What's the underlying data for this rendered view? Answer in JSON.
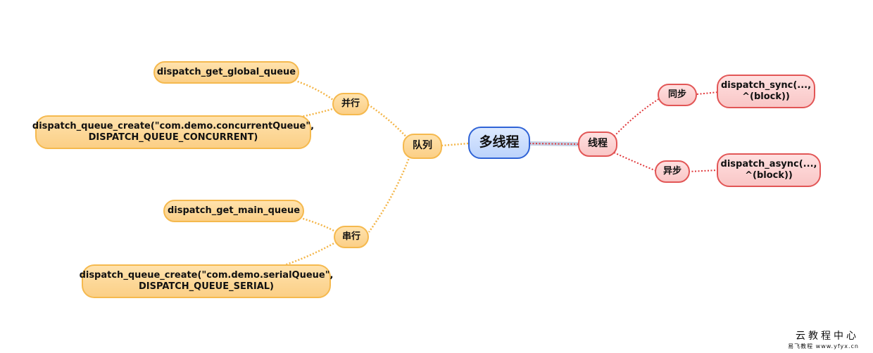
{
  "center": {
    "label": "多线程"
  },
  "left": {
    "label": "队列",
    "groups": [
      {
        "label": "并行",
        "items": [
          {
            "label": "dispatch_get_global_queue"
          },
          {
            "label": "dispatch_queue_create(\"com.demo.concurrentQueue\",\nDISPATCH_QUEUE_CONCURRENT)"
          }
        ]
      },
      {
        "label": "串行",
        "items": [
          {
            "label": "dispatch_get_main_queue"
          },
          {
            "label": "dispatch_queue_create(\"com.demo.serialQueue\",\nDISPATCH_QUEUE_SERIAL)"
          }
        ]
      }
    ]
  },
  "right": {
    "label": "线程",
    "groups": [
      {
        "label": "同步",
        "items": [
          {
            "label": "dispatch_sync(...,\n^(block))"
          }
        ]
      },
      {
        "label": "异步",
        "items": [
          {
            "label": "dispatch_async(...,\n^(block))"
          }
        ]
      }
    ]
  },
  "watermark": {
    "main": "云教程中心",
    "sub": "易飞教程 www.yfyx.cn"
  },
  "colors": {
    "orange_line": "#f4b64a",
    "red_line": "#e0393c",
    "connector": "#c3cfe4"
  }
}
